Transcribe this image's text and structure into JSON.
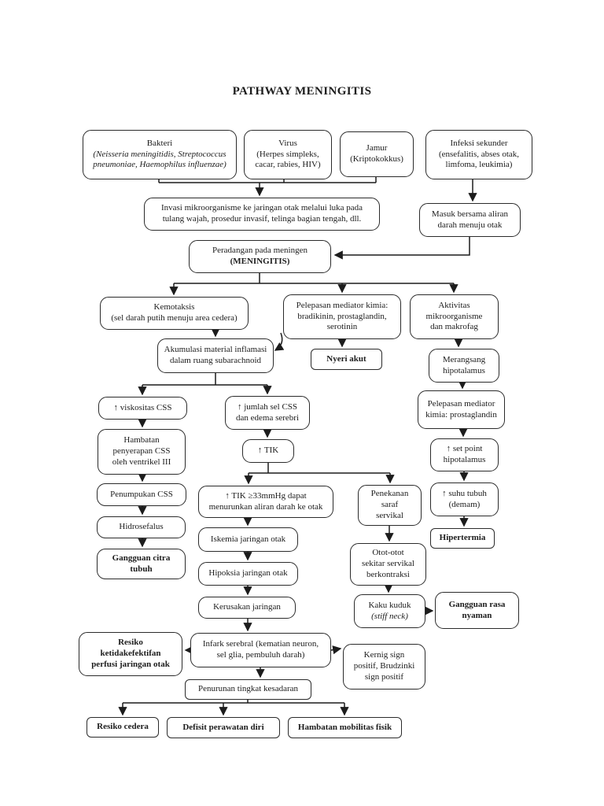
{
  "title": "PATHWAY MENINGITIS",
  "colors": {
    "ink": "#1c1c1c",
    "box_border": "#2b2b2b",
    "page_background": "#ffffff"
  },
  "boxes": {
    "bakteri": {
      "name": "Bakteri",
      "species": [
        "(Neisseria meningitidis, Streptococcus",
        "pneumoniae, Haemophilus influenzae)"
      ]
    },
    "virus": {
      "text": [
        "Virus",
        "(Herpes simpleks,",
        "cacar, rabies, HIV)"
      ]
    },
    "jamur": {
      "text": [
        "Jamur",
        "(Kriptokokkus)"
      ]
    },
    "infeksi": {
      "text": [
        "Infeksi sekunder",
        "(ensefalitis, abses otak,",
        "limfoma, leukimia)"
      ]
    },
    "invasi": {
      "text": [
        "Invasi mikroorganisme ke jaringan otak melalui luka pada",
        "tulang wajah, prosedur invasif, telinga bagian tengah, dll."
      ]
    },
    "masuk": {
      "text": [
        "Masuk bersama aliran",
        "darah menuju otak"
      ]
    },
    "meningitis": {
      "line1": "Peradangan pada meningen",
      "line2": "(MENINGITIS)"
    },
    "kemotaksis": {
      "text": [
        "Kemotaksis",
        "(sel darah putih menuju area cedera)"
      ]
    },
    "pelepasan1": {
      "text": [
        "Pelepasan mediator kimia:",
        "bradikinin, prostaglandin,",
        "serotinin"
      ]
    },
    "aktivitas": {
      "text": [
        "Aktivitas",
        "mikroorganisme",
        "dan makrofag"
      ]
    },
    "akumulasi": {
      "text": [
        "Akumulasi material inflamasi",
        "dalam ruang subarachnoid"
      ]
    },
    "nyeri": {
      "text": "Nyeri akut"
    },
    "merangsang": {
      "text": [
        "Merangsang",
        "hipotalamus"
      ]
    },
    "viskositas": {
      "text": "↑ viskositas CSS"
    },
    "jumlah": {
      "text": [
        "↑ jumlah sel CSS",
        "dan edema serebri"
      ]
    },
    "pelepasan2": {
      "text": [
        "Pelepasan mediator",
        "kimia: prostaglandin"
      ]
    },
    "hambatan": {
      "text": [
        "Hambatan",
        "penyerapan CSS",
        "oleh ventrikel III"
      ]
    },
    "tik": {
      "text": "↑ TIK"
    },
    "setpoint": {
      "text": [
        "↑ set point",
        "hipotalamus"
      ]
    },
    "penumpukan": {
      "text": "Penumpukan CSS"
    },
    "tik33": {
      "text": [
        "↑ TIK ≥33mmHg dapat",
        "menurunkan aliran darah ke otak"
      ]
    },
    "penekanan": {
      "text": [
        "Penekanan",
        "saraf",
        "servikal"
      ]
    },
    "suhu": {
      "text": [
        "↑ suhu tubuh",
        "(demam)"
      ]
    },
    "hidrosefalus": {
      "text": "Hidrosefalus"
    },
    "iskemia": {
      "text": "Iskemia jaringan otak"
    },
    "otot": {
      "text": [
        "Otot-otot",
        "sekitar servikal",
        "berkontraksi"
      ]
    },
    "hipertermia": {
      "text": "Hipertermia"
    },
    "gangguan_citra": {
      "text": [
        "Gangguan citra",
        "tubuh"
      ]
    },
    "hipoksia": {
      "text": "Hipoksia jaringan otak"
    },
    "kerusakan": {
      "text": "Kerusakan jaringan"
    },
    "kaku": {
      "line1": "Kaku kuduk",
      "line2": "(stiff neck)"
    },
    "gangguan_rasa": {
      "text": [
        "Gangguan rasa",
        "nyaman"
      ]
    },
    "resiko_perfusi": {
      "text": [
        "Resiko",
        "ketidakefektifan",
        "perfusi jaringan otak"
      ]
    },
    "infark": {
      "text": [
        "Infark serebral (kematian neuron,",
        "sel glia, pembuluh darah)"
      ]
    },
    "kernig": {
      "text": [
        "Kernig sign",
        "positif, Brudzinki",
        "sign positif"
      ]
    },
    "penurunan": {
      "text": "Penurunan tingkat kesadaran"
    },
    "resiko_cedera": {
      "text": "Resiko cedera"
    },
    "defisit": {
      "text": "Defisit perawatan diri"
    },
    "hambatan_mobilitas": {
      "text": "Hambatan mobilitas fisik"
    }
  }
}
